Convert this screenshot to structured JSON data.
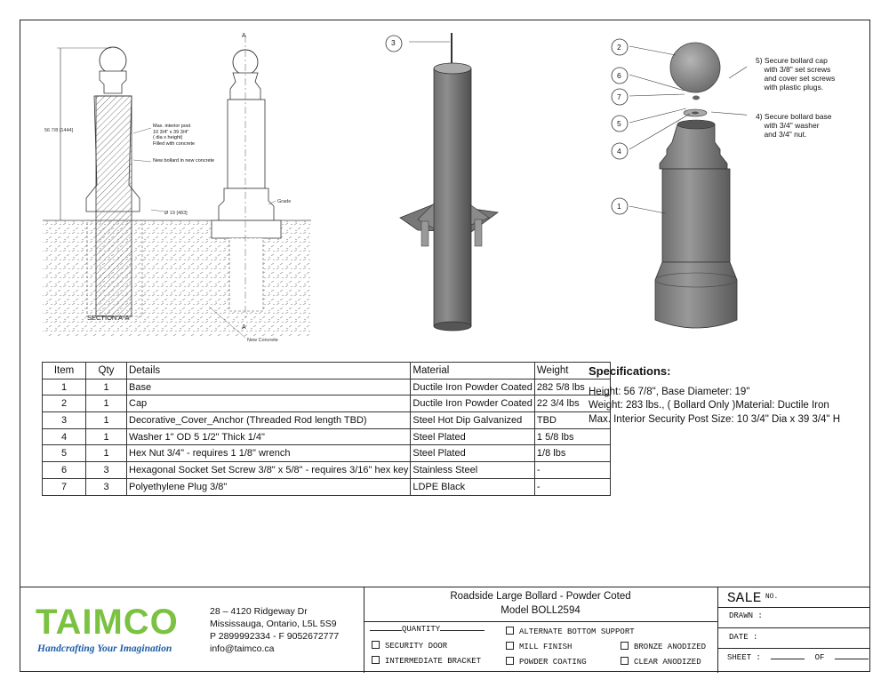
{
  "drawing": {
    "section_label": "SECTION A-A",
    "section_marker": "A",
    "height_dim": "56 7/8 [1444]",
    "diameter_dim": "Ø 19 [483]",
    "interior_note": "Max. interior post\n10 3/4\" x 39 3/4\"\n( dia x height)\nFilled with concrete",
    "new_bollard_note": "New bollard in new concrete",
    "grade_label": "Grade",
    "new_concrete_label": "New Concrete"
  },
  "callouts": {
    "n1": "1",
    "n2": "2",
    "n3": "3",
    "n4": "4",
    "n5": "5",
    "n6": "6",
    "n7": "7",
    "note5": "5) Secure bollard cap\n    with 3/8\" set screws\n    and cover set screws\n    with plastic plugs.",
    "note4": "4) Secure bollard base\n    with 3/4\" washer\n    and 3/4\" nut."
  },
  "table": {
    "headers": {
      "item": "Item",
      "qty": "Qty",
      "details": "Details",
      "material": "Material",
      "weight": "Weight"
    },
    "rows": [
      {
        "item": "1",
        "qty": "1",
        "details": "Base",
        "material": "Ductile Iron Powder Coated",
        "weight": "282 5/8 lbs"
      },
      {
        "item": "2",
        "qty": "1",
        "details": "Cap",
        "material": "Ductile Iron Powder Coated",
        "weight": "22 3/4 lbs"
      },
      {
        "item": "3",
        "qty": "1",
        "details": "Decorative_Cover_Anchor (Threaded Rod length TBD)",
        "material": "Steel Hot Dip Galvanized",
        "weight": "TBD"
      },
      {
        "item": "4",
        "qty": "1",
        "details": "Washer 1\" OD 5 1/2\" Thick 1/4\"",
        "material": "Steel Plated",
        "weight": "1 5/8 lbs"
      },
      {
        "item": "5",
        "qty": "1",
        "details": "Hex Nut 3/4\" - requires 1 1/8\" wrench",
        "material": "Steel Plated",
        "weight": "1/8 lbs"
      },
      {
        "item": "6",
        "qty": "3",
        "details": "Hexagonal Socket Set Screw 3/8\" x 5/8\" - requires 3/16\" hex key",
        "material": "Stainless Steel",
        "weight": "-"
      },
      {
        "item": "7",
        "qty": "3",
        "details": "Polyethylene Plug 3/8\"",
        "material": "LDPE Black",
        "weight": "-"
      }
    ]
  },
  "specs": {
    "title": "Specifications:",
    "line1": "Height: 56 7/8\", Base Diameter: 19\"",
    "line2": "Weight: 283 lbs., ( Bollard Only )Material: Ductile Iron",
    "line3": "Max. Interior Security Post Size: 10 3/4\" Dia x 39 3/4\" H"
  },
  "company": {
    "logo": "TAIMCO",
    "tagline": "Handcrafting Your Imagination",
    "address1": "28 – 4120 Ridgeway Dr",
    "address2": "Mississauga, Ontario, L5L 5S9",
    "phone": "P 2899992334 - F 9052672777",
    "email": "info@taimco.ca",
    "colors": {
      "green": "#7cc242",
      "blue": "#1d5ea8"
    }
  },
  "title_block": {
    "title": "Roadside Large Bollard - Powder Coted",
    "model": "Model BOLL2594",
    "quantity_label": "QUANTITY",
    "options": {
      "security_door": "SECURITY DOOR",
      "intermediate_bracket": "INTERMEDIATE BRACKET",
      "alternate_bottom": "ALTERNATE BOTTOM SUPPORT",
      "mill_finish": "MILL FINISH",
      "powder_coating": "POWDER COATING",
      "bronze_anodized": "BRONZE ANODIZED",
      "clear_anodized": "CLEAR ANODIZED"
    },
    "sale": "SALE",
    "sale_no": "NO.",
    "drawn": "DRAWN :",
    "date": "DATE :",
    "sheet": "SHEET :",
    "of": "OF"
  }
}
